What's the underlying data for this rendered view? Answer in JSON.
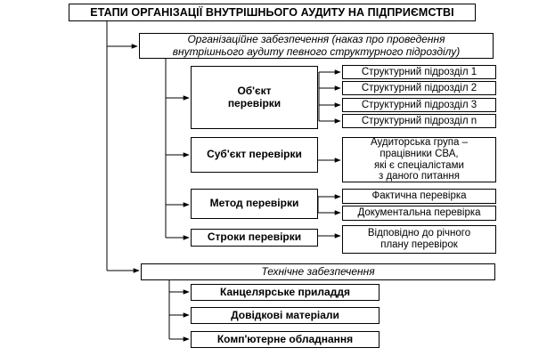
{
  "title": "ЕТАПИ ОРГАНІЗАЦІЇ ВНУТРІШНЬОГО АУДИТУ НА ПІДПРИЄМСТВІ",
  "org_support": "Організаційне забезпечення (наказ про проведення\nвнутрішнього аудиту певного структурного підрозділу)",
  "object": {
    "label": "Об'єкт\nперевірки",
    "items": [
      "Структурний підрозділ 1",
      "Структурний підрозділ 2",
      "Структурний підрозділ 3",
      "Структурний підрозділ n"
    ]
  },
  "subject": {
    "label": "Суб'єкт перевірки",
    "detail": "Аудиторська група –\nпрацівники СВА,\nякі є спеціалістами\nз даного питання"
  },
  "method": {
    "label": "Метод перевірки",
    "items": [
      "Фактична перевірка",
      "Документальна перевірка"
    ]
  },
  "terms": {
    "label": "Строки перевірки",
    "detail": "Відповідно до річного\nплану перевірок"
  },
  "tech_support": "Технічне забезпечення",
  "tech_items": [
    "Канцелярське приладдя",
    "Довідкові матеріали",
    "Комп'ютерне обладнання"
  ]
}
